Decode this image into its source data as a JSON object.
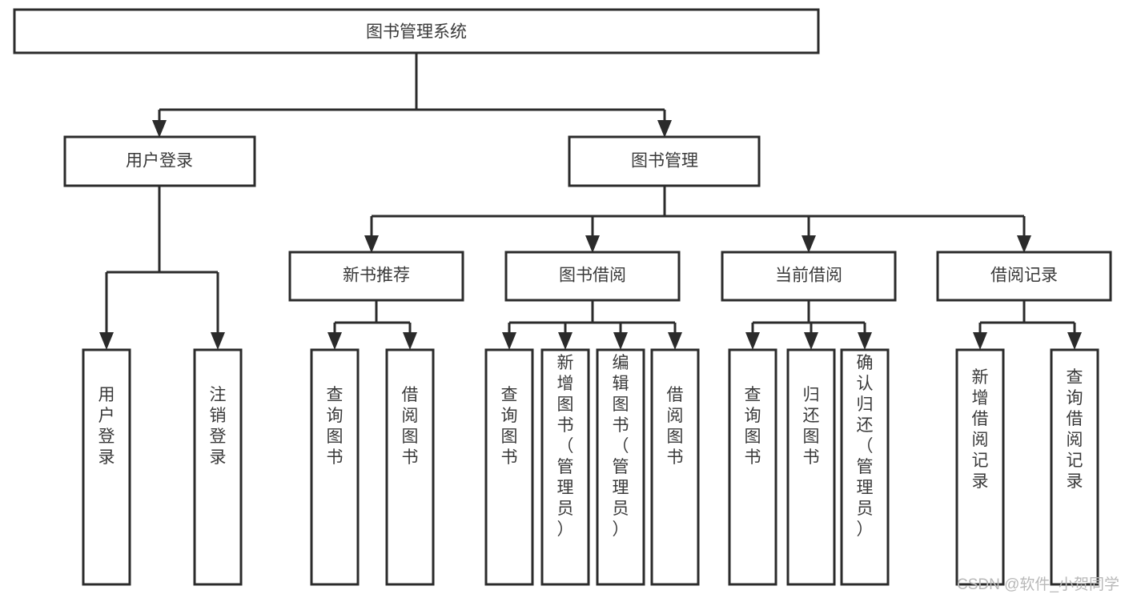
{
  "diagram": {
    "title": "图书管理系统",
    "type": "tree-hierarchy-diagram",
    "colors": {
      "box_stroke": "#2b2b2b",
      "box_fill": "#ffffff",
      "connector": "#2b2b2b",
      "text": "#3a3a3a",
      "watermark": "#b8b8b8",
      "background": "#ffffff"
    }
  },
  "root": {
    "label": "图书管理系统"
  },
  "level2": [
    {
      "label": "用户登录"
    },
    {
      "label": "图书管理"
    }
  ],
  "level3": [
    {
      "label": "新书推荐"
    },
    {
      "label": "图书借阅"
    },
    {
      "label": "当前借阅"
    },
    {
      "label": "借阅记录"
    }
  ],
  "leaves": {
    "user_login": [
      {
        "label": "用户登录"
      },
      {
        "label": "注销登录"
      }
    ],
    "new_book": [
      {
        "label": "查询图书"
      },
      {
        "label": "借阅图书"
      }
    ],
    "book_borrow": [
      {
        "label": "查询图书"
      },
      {
        "label": "新增图书（管理员）"
      },
      {
        "label": "编辑图书（管理员）"
      },
      {
        "label": "借阅图书"
      }
    ],
    "current_borrow": [
      {
        "label": "查询图书"
      },
      {
        "label": "归还图书"
      },
      {
        "label": "确认归还（管理员）"
      }
    ],
    "borrow_record": [
      {
        "label": "新增借阅记录"
      },
      {
        "label": "查询借阅记录"
      }
    ]
  },
  "watermark": {
    "text": "CSDN @软件_小贺同学"
  }
}
